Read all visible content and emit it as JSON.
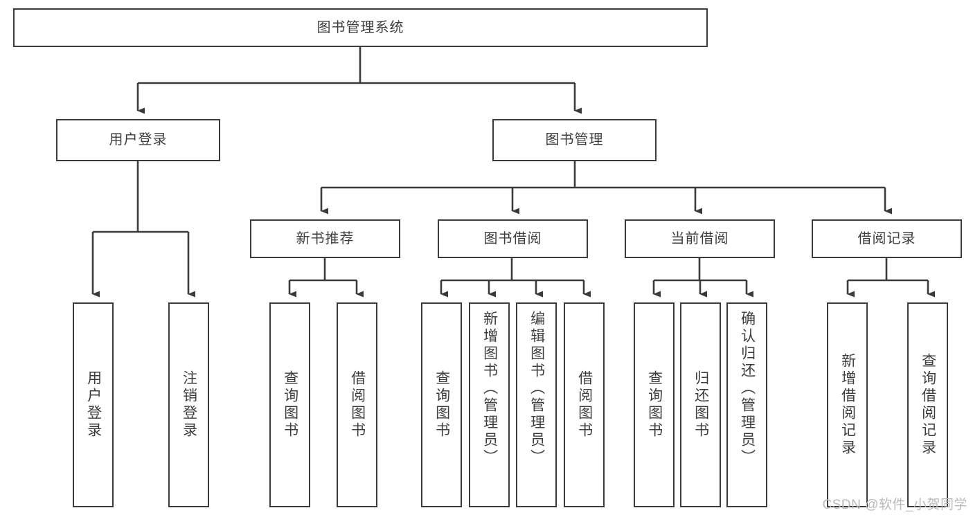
{
  "diagram": {
    "title": "图书管理系统",
    "type": "functional-decomposition-tree",
    "watermark": "CSDN @软件_小贺同学",
    "colors": {
      "box_border": "#3a3a3a",
      "connector": "#3a3a3a",
      "text": "#3d3d3d",
      "background": "#ffffff",
      "watermark": "#b9b9b9"
    },
    "nodes": {
      "root": {
        "label": "图书管理系统"
      },
      "level1": [
        {
          "label": "用户登录"
        },
        {
          "label": "图书管理"
        }
      ],
      "level2": [
        {
          "label": "新书推荐"
        },
        {
          "label": "图书借阅"
        },
        {
          "label": "当前借阅"
        },
        {
          "label": "借阅记录"
        }
      ],
      "leaves": {
        "user_login": [
          {
            "label": "用户登录"
          },
          {
            "label": "注销登录"
          }
        ],
        "new_book_recommend": [
          {
            "label": "查询图书"
          },
          {
            "label": "借阅图书"
          }
        ],
        "book_borrow": [
          {
            "label": "查询图书"
          },
          {
            "label": "新增图书（管理员）"
          },
          {
            "label": "编辑图书（管理员）"
          },
          {
            "label": "借阅图书"
          }
        ],
        "current_borrow": [
          {
            "label": "查询图书"
          },
          {
            "label": "归还图书"
          },
          {
            "label": "确认归还（管理员）"
          }
        ],
        "borrow_record": [
          {
            "label": "新增借阅记录"
          },
          {
            "label": "查询借阅记录"
          }
        ]
      }
    }
  }
}
